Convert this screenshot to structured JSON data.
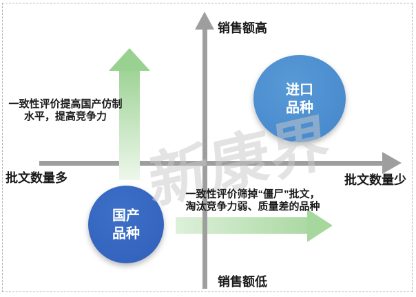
{
  "axes": {
    "y_top_label": "销售额高",
    "y_bottom_label": "销售额低",
    "x_left_label": "批文数量多",
    "x_right_label": "批文数量少",
    "axis_color": "#9e9e9e"
  },
  "bubbles": {
    "imported": {
      "line1": "进口",
      "line2": "品种",
      "color": "#4a8fd2"
    },
    "domestic": {
      "line1": "国产",
      "line2": "品种",
      "color": "#3566c1"
    }
  },
  "annotations": {
    "up_note_line1": "一致性评价提高国产仿制",
    "up_note_line2": "水平，提高竞争力",
    "right_note_line1": "一致性评价筛掉“僵尸”批文，",
    "right_note_line2": "淘汰竞争力弱、质量差的品种"
  },
  "arrows": {
    "up_arrow_gradient_start": "#9ed396",
    "up_arrow_gradient_end": "#eef7eb",
    "right_arrow_gradient_start": "#def0da",
    "right_arrow_gradient_end": "#abd9a3"
  },
  "watermark": {
    "text": "新康界",
    "color": "#c9c9c9"
  }
}
